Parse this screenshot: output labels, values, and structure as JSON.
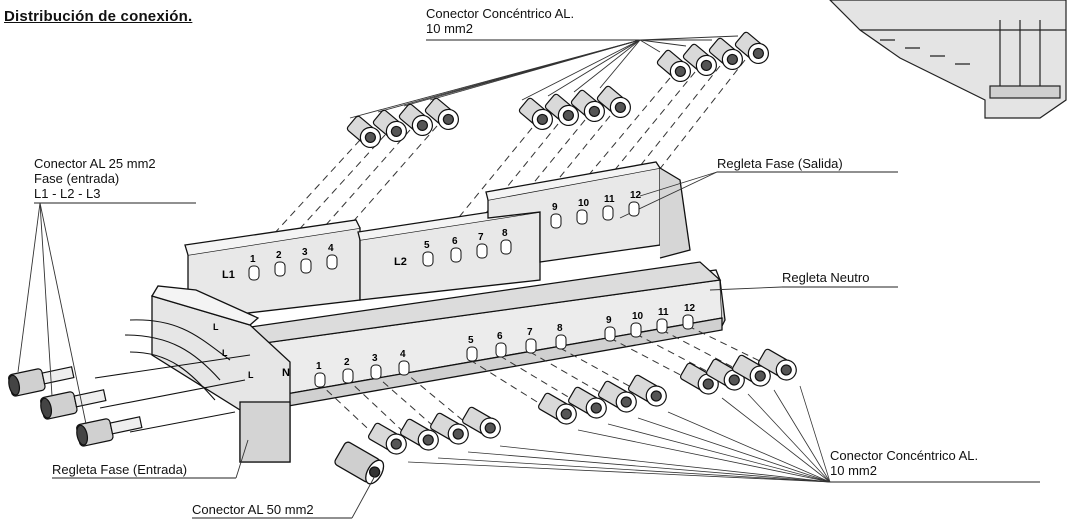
{
  "title": "Distribución de conexión.",
  "labels": {
    "top_connector": [
      "Conector Concéntrico  AL.",
      "10 mm2"
    ],
    "input_connector": [
      "Conector AL 25 mm2",
      "Fase (entrada)",
      "L1 - L2 - L3"
    ],
    "phase_out_strip": "Regleta Fase (Salida)",
    "neutral_strip": "Regleta Neutro",
    "phase_in_strip": "Regleta Fase (Entrada)",
    "connector_50": "Conector AL 50 mm2",
    "bottom_connector": [
      "Conector Concéntrico  AL.",
      "10 mm2"
    ]
  },
  "phase_groups": [
    "L1",
    "L2"
  ],
  "neutral_marker": "N",
  "phase_out_numbers": [
    "1",
    "2",
    "3",
    "4",
    "5",
    "6",
    "7",
    "8",
    "9",
    "10",
    "11",
    "12"
  ],
  "neutral_numbers": [
    "1",
    "2",
    "3",
    "4",
    "5",
    "6",
    "7",
    "8",
    "9",
    "10",
    "11",
    "12"
  ],
  "input_markers": [
    "L",
    "L",
    "L"
  ]
}
